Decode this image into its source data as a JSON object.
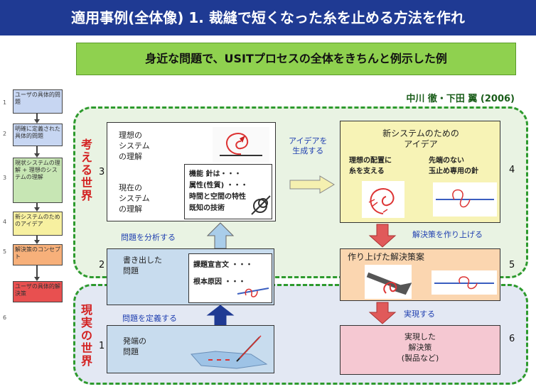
{
  "header": {
    "title": "適用事例(全体像) 1.  裁縫で短くなった糸を止める方法を作れ"
  },
  "subtitle": "身近な問題で、USITプロセスの全体をきちんと例示した例",
  "author": "中川  徹・下田  翼  (2006)",
  "flowchart": {
    "steps": [
      {
        "num": "1",
        "text": "ユーザの具体的問題"
      },
      {
        "num": "2",
        "text": "明確に定義された具体的問題"
      },
      {
        "num": "3",
        "text": "現状システムの理解 + 理想のシステムの理解"
      },
      {
        "num": "4",
        "text": "新システムのためのアイデア"
      },
      {
        "num": "5",
        "text": "解決策のコンセプト"
      },
      {
        "num": "",
        "text": "ユーザの具体的解決策"
      }
    ],
    "last_num": "6",
    "colors": [
      "#c7d6f2",
      "#c7d6f2",
      "#c7e6b4",
      "#f7f0a0",
      "#f7b07a",
      "#e85050"
    ]
  },
  "regions": {
    "think": "考える世界",
    "real": "現実の世界"
  },
  "boxes": {
    "box3": {
      "num": "3",
      "ideal": "理想の\nシステム\nの理解",
      "current": "現在の\nシステム\nの理解",
      "inner_lines": [
        "機能  針は・・・",
        "属性(性質)  ・・・",
        "時間と空間の特性",
        "既知の技術"
      ]
    },
    "box4": {
      "num": "4",
      "title": "新システムのための\nアイデア",
      "idea1": "理想の配置に\n糸を支える",
      "idea2": "先端のない\n玉止め専用の針"
    },
    "box2": {
      "num": "2",
      "label": "書き出した\n問題",
      "inner_lines": [
        "課題宣言文  ・・・",
        "根本原因  ・・・"
      ]
    },
    "box5": {
      "num": "5",
      "label": "作り上げた解決策案"
    },
    "box1": {
      "num": "1",
      "label": "発端の\n問題"
    },
    "box6": {
      "num": "6",
      "label": "実現した\n解決策\n(製品など)"
    }
  },
  "arrows": {
    "generate": "アイデアを\n生成する",
    "analyze": "問題を分析する",
    "build": "解決策を作り上げる",
    "define": "問題を定義する",
    "realize": "実現する"
  }
}
